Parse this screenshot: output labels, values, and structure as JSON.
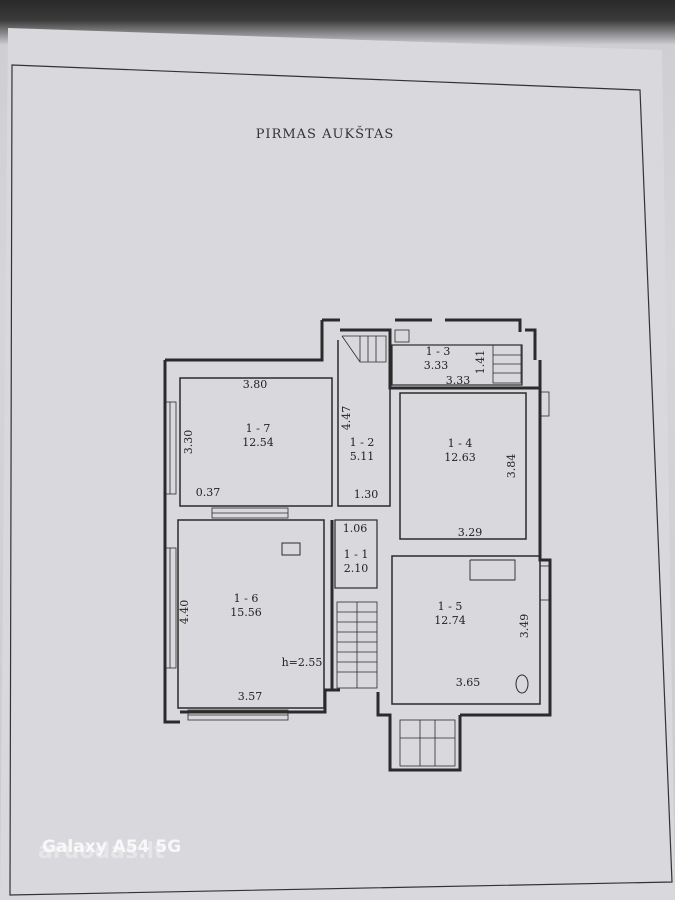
{
  "plan": {
    "title": "PIRMAS AUKŠTAS",
    "rooms": [
      {
        "id": "1-7",
        "number": "1 - 7",
        "area": "12.54"
      },
      {
        "id": "1-2",
        "number": "1 - 2",
        "area": "5.11"
      },
      {
        "id": "1-3",
        "number": "1 - 3",
        "area": "3.33"
      },
      {
        "id": "1-4",
        "number": "1 - 4",
        "area": "12.63"
      },
      {
        "id": "1-1",
        "number": "1 - 1",
        "area": "2.10"
      },
      {
        "id": "1-6",
        "number": "1 - 6",
        "area": "15.56"
      },
      {
        "id": "1-5",
        "number": "1 - 5",
        "area": "12.74"
      }
    ],
    "dimensions": {
      "r17_width": "3.80",
      "r17_height": "3.30",
      "r17_offset": "0.37",
      "r12_height": "4.47",
      "r12_width": "1.30",
      "r13_width": "3.33",
      "r13_height": "1.41",
      "r14_height": "3.84",
      "r14_width": "3.29",
      "r11_width": "1.06",
      "r16_height": "4.40",
      "r16_width": "3.57",
      "r16_ceiling": "h=2.55",
      "r15_height": "3.49",
      "r15_width": "3.65"
    }
  },
  "overlay": {
    "device_watermark": "Galaxy A54 5G",
    "site_watermark": "aruodas.lt"
  },
  "colors": {
    "wall": "#2b2b2b",
    "paper": "#dcdce0",
    "border": "#333333"
  }
}
